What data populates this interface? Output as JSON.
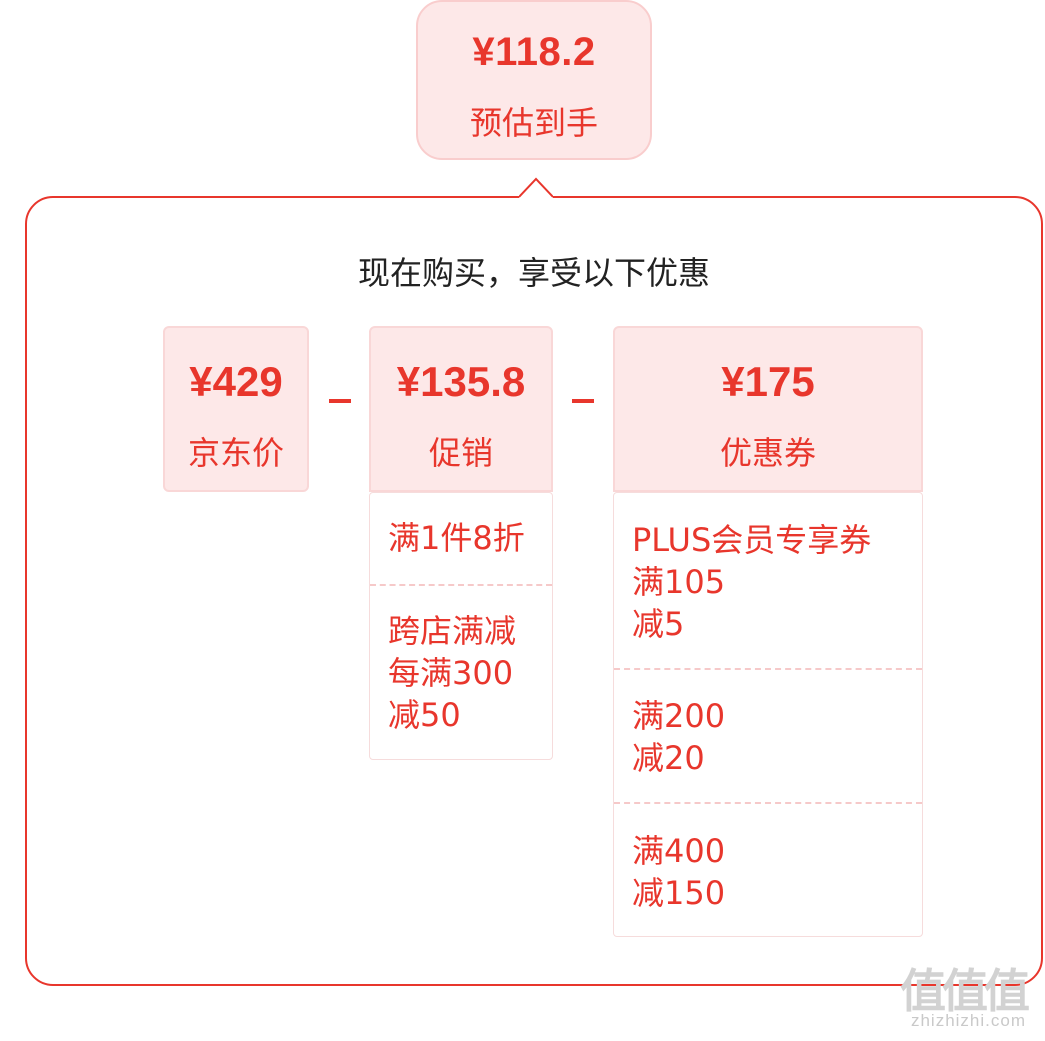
{
  "top": {
    "price": "¥118.2",
    "label": "预估到手"
  },
  "headline": "现在购买，享受以下优惠",
  "cards": {
    "jd_price": {
      "amount": "¥429",
      "name": "京东价"
    },
    "promotion": {
      "amount": "¥135.8",
      "name": "促销",
      "items": [
        "满1件8折",
        "跨店满减\n每满300\n减50"
      ]
    },
    "coupon": {
      "amount": "¥175",
      "name": "优惠券",
      "items": [
        "PLUS会员专享券\n满105\n减5",
        "满200\n减20",
        "满400\n减150"
      ]
    }
  },
  "operators": {
    "minus_1": "-",
    "minus_2": "-"
  },
  "watermark": {
    "logo": "值值值",
    "site": "zhizhizhi.com"
  },
  "colors": {
    "accent": "#e8362c",
    "card_bg": "#fde8e8",
    "headline_text": "#222222"
  }
}
